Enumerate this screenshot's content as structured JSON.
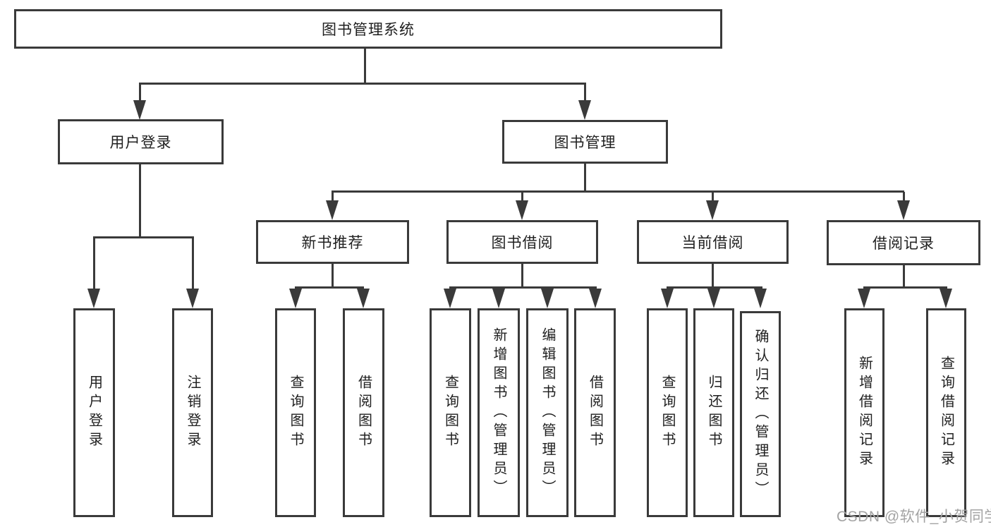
{
  "diagram": {
    "root_label": "图书管理系统",
    "branches": [
      {
        "label": "用户登录",
        "children": [
          "用户登录",
          "注销登录"
        ]
      },
      {
        "label": "图书管理",
        "sub_branches": [
          {
            "label": "新书推荐",
            "children": [
              "查询图书",
              "借阅图书"
            ]
          },
          {
            "label": "图书借阅",
            "children": [
              "查询图书",
              "新增图书（管理员）",
              "编辑图书（管理员）",
              "借阅图书"
            ]
          },
          {
            "label": "当前借阅",
            "children": [
              "查询图书",
              "归还图书",
              "确认归还（管理员）"
            ]
          },
          {
            "label": "借阅记录",
            "children": [
              "新增借阅记录",
              "查询借阅记录"
            ]
          }
        ]
      }
    ]
  },
  "watermark": {
    "text": "CSDN @软件_小贺同学"
  },
  "colors": {
    "line": "#3a3a3a",
    "text": "#1f1f1f",
    "watermark": "#a3a3a3",
    "background": "#ffffff"
  }
}
